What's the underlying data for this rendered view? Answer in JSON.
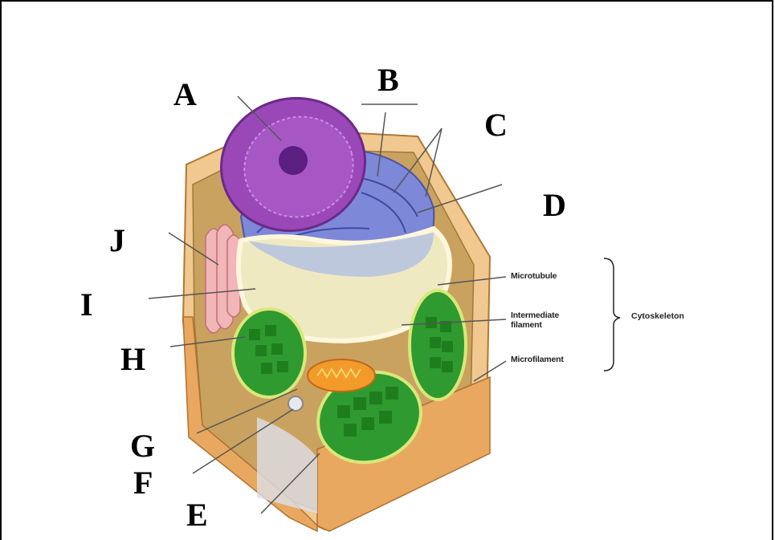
{
  "labels": {
    "a": "A",
    "b": "B",
    "c": "C",
    "d": "D",
    "e": "E",
    "f": "F",
    "g": "G",
    "h": "H",
    "i": "I",
    "j": "J"
  },
  "cytoskeleton": {
    "microtubule": "Microtubule",
    "intermediate_line1": "Intermediate",
    "intermediate_line2": "filament",
    "microfilament": "Microfilament",
    "group": "Cytoskeleton"
  },
  "colors": {
    "nucleus": "#8a3fb0",
    "er": "#7a86d8",
    "vacuole": "#e9e4b8",
    "chloroplast": "#2e9a2e",
    "wall": "#e8b070",
    "cytoplasm": "#c8a060",
    "mitochondrion": "#f08a20",
    "golgi": "#e8a0a8"
  }
}
